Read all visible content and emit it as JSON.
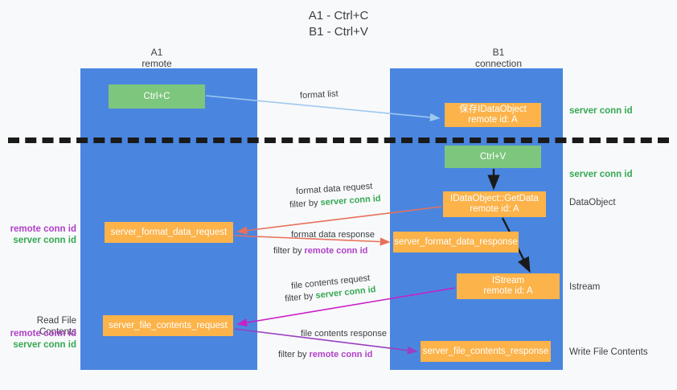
{
  "title": "A1 - Ctrl+C\nB1 - Ctrl+V",
  "columns": {
    "left": {
      "name": "A1",
      "sub": "remote",
      "label": "A1\nremote"
    },
    "right": {
      "name": "B1",
      "sub": "connection",
      "label": "B1\nconnection"
    }
  },
  "nodes": {
    "ctrl_c": {
      "label": "Ctrl+C",
      "color": "#7dc67d",
      "lane": "A1"
    },
    "save_idataobject": {
      "label": "保存IDataObject\nremote id: A",
      "color": "#fbb34a",
      "lane": "B1"
    },
    "ctrl_v": {
      "label": "Ctrl+V",
      "color": "#7dc67d",
      "lane": "B1"
    },
    "getdata": {
      "label": "IDataObject::GetData\nremote id: A",
      "color": "#fbb34a",
      "lane": "B1"
    },
    "istream": {
      "label": "IStream\nremote id: A",
      "color": "#fbb34a",
      "lane": "B1"
    },
    "server_format_data_request": {
      "label": "server_format_data_request",
      "color": "#fbb34a",
      "lane": "A1"
    },
    "server_format_data_response": {
      "label": "server_format_data_response",
      "color": "#fbb34a",
      "lane": "B1"
    },
    "server_file_contents_request": {
      "label": "server_file_contents_request",
      "color": "#fbb34a",
      "lane": "A1"
    },
    "server_file_contents_response": {
      "label": "server_file_contents_response",
      "color": "#fbb34a",
      "lane": "B1"
    }
  },
  "side_labels": {
    "server_conn_id_1": "server conn id",
    "server_conn_id_2": "server conn id",
    "dataobject": "DataObject",
    "istream": "Istream",
    "write_file_contents": "Write File Contents",
    "read_file_contents": "Read File Contents",
    "left_conn_ids_1": "remote conn id\nserver conn id",
    "left_conn_ids_2": "remote conn id\nserver conn id"
  },
  "edge_labels": {
    "format_list": "format list",
    "format_data_request": "format data request",
    "format_data_request_filter_prefix": "filter by ",
    "format_data_request_filter_value": "server conn id",
    "format_data_response": "format data response",
    "format_data_response_filter_prefix": "filter by ",
    "format_data_response_filter_value": "remote conn id",
    "file_contents_request": "file contents request",
    "file_contents_request_filter_prefix": "filter by ",
    "file_contents_request_filter_value": "server conn id",
    "file_contents_response": "file contents response",
    "file_contents_response_filter_prefix": "filter by ",
    "file_contents_response_filter_value": "remote conn id"
  },
  "colors": {
    "lane": "#4a86e0",
    "green_node": "#7dc67d",
    "orange_node": "#fbb34a",
    "server_conn_id": "#34a853",
    "remote_conn_id": "#b040c8",
    "arrow_light_blue": "#9ec9f0",
    "arrow_red": "#e8705a",
    "arrow_magenta": "#c820c8",
    "arrow_purple": "#9a3fc0",
    "arrow_black": "#1a1a1a",
    "divider": "#1a1a1a",
    "background": "#f8f9fa"
  }
}
